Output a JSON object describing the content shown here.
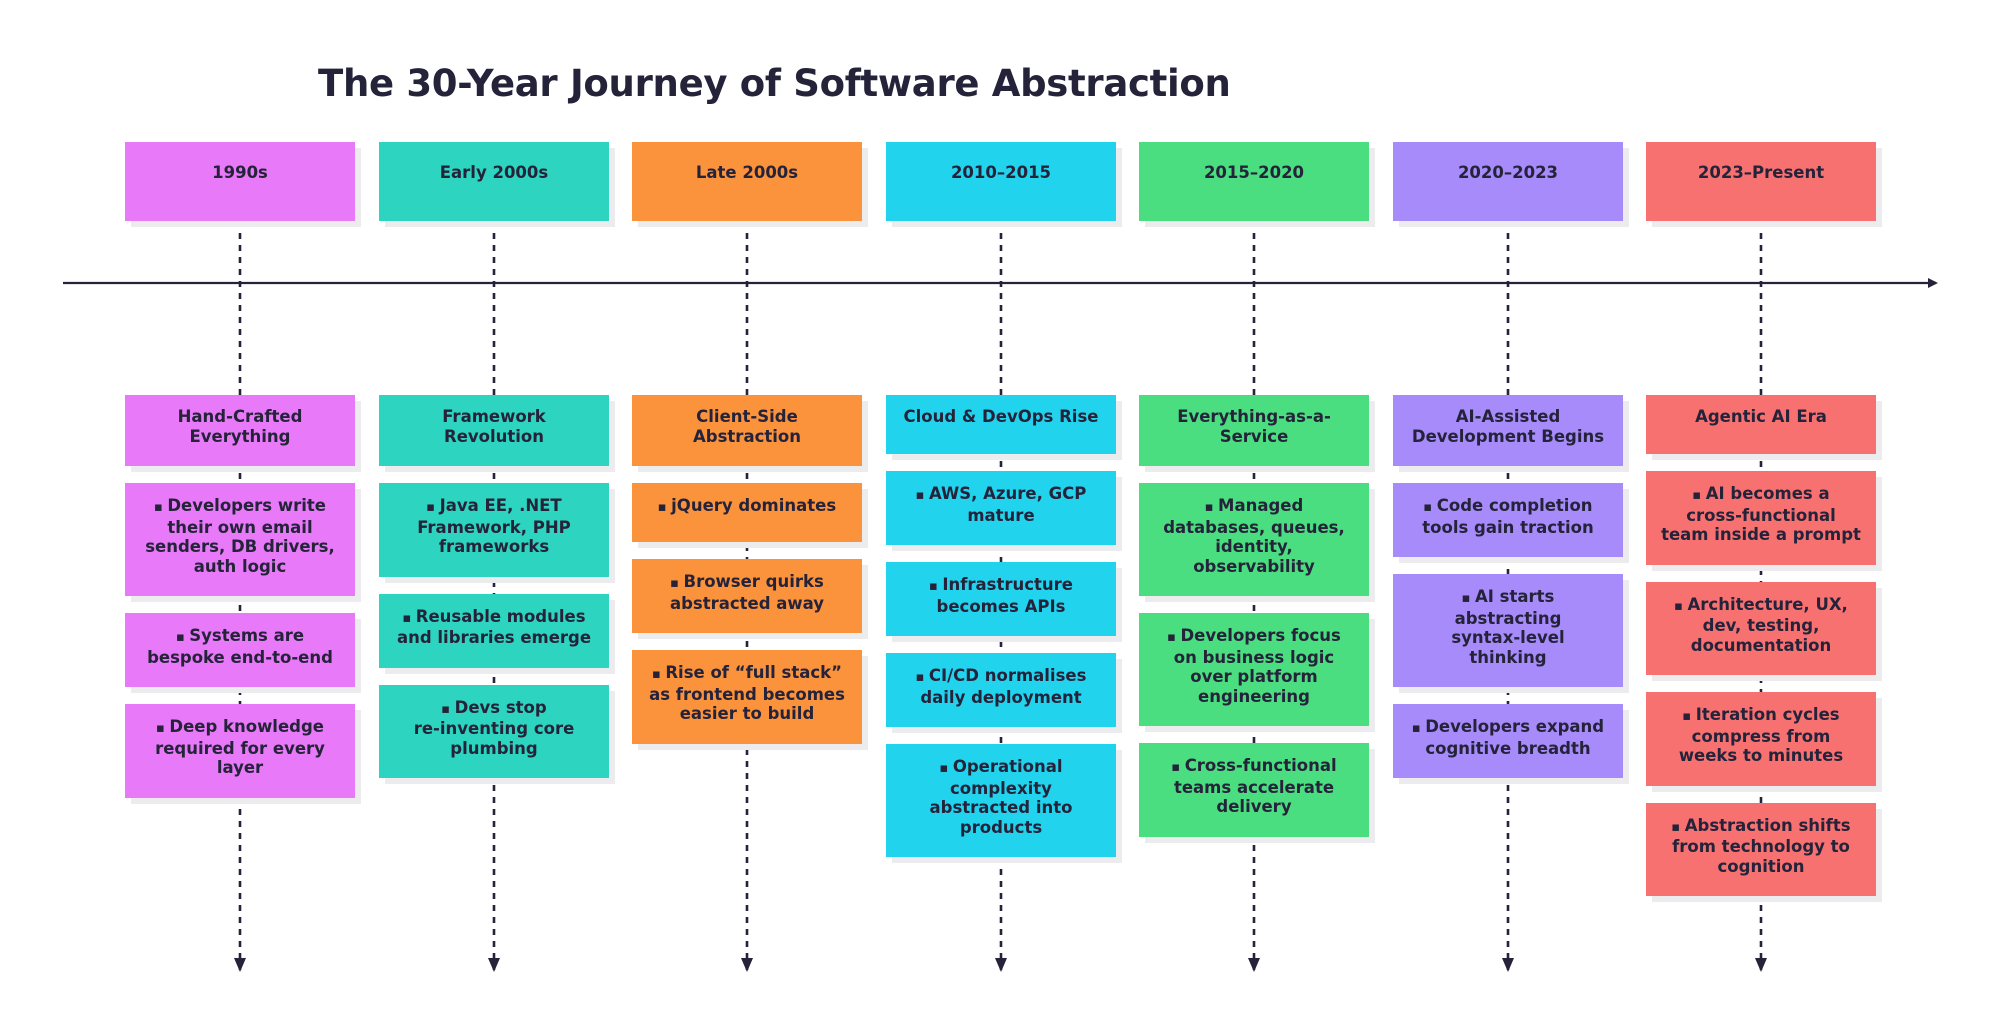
{
  "title": "The 30-Year Journey of Software Abstraction",
  "bullet_glyph": "▪",
  "eras": [
    {
      "period": "1990s",
      "color": "#e879f9",
      "heading": "Hand-Crafted\nEverything",
      "points": [
        "Developers write\ntheir own email\nsenders, DB drivers,\nauth logic",
        "Systems are\nbespoke end-to-end",
        "Deep knowledge\nrequired for every\nlayer"
      ]
    },
    {
      "period": "Early 2000s",
      "color": "#2dd4bf",
      "heading": "Framework\nRevolution",
      "points": [
        "Java EE, .NET\nFramework, PHP\nframeworks",
        "Reusable modules\nand libraries emerge",
        "Devs stop\nre-inventing core\nplumbing"
      ]
    },
    {
      "period": "Late 2000s",
      "color": "#fb923c",
      "heading": "Client-Side\nAbstraction",
      "points": [
        "jQuery dominates",
        "Browser quirks\nabstracted away",
        "Rise of “full stack”\nas frontend becomes\neasier to build"
      ]
    },
    {
      "period": "2010–2015",
      "color": "#22d3ee",
      "heading": "Cloud & DevOps Rise",
      "points": [
        "AWS, Azure, GCP\nmature",
        "Infrastructure\nbecomes APIs",
        "CI/CD normalises\ndaily deployment",
        "Operational\ncomplexity\nabstracted into\nproducts"
      ]
    },
    {
      "period": "2015–2020",
      "color": "#4ade80",
      "heading": "Everything-as-a-Service",
      "points": [
        "Managed\ndatabases, queues,\nidentity,\nobservability",
        "Developers focus\non business logic\nover platform\nengineering",
        "Cross-functional\nteams accelerate\ndelivery"
      ]
    },
    {
      "period": "2020–2023",
      "color": "#a78bfa",
      "heading": "AI-Assisted\nDevelopment Begins",
      "points": [
        "Code completion\ntools gain traction",
        "AI starts\nabstracting\nsyntax-level\nthinking",
        "Developers expand\ncognitive breadth"
      ]
    },
    {
      "period": "2023–Present",
      "color": "#f87171",
      "heading": "Agentic AI Era",
      "points": [
        "AI becomes a\ncross-functional\nteam inside a prompt",
        "Architecture, UX,\ndev, testing,\ndocumentation",
        "Iteration cycles\ncompress from\nweeks to minutes",
        "Abstraction shifts\nfrom technology to\ncognition"
      ]
    }
  ],
  "line_color": "#25233a",
  "shadow_color": "#ececef"
}
